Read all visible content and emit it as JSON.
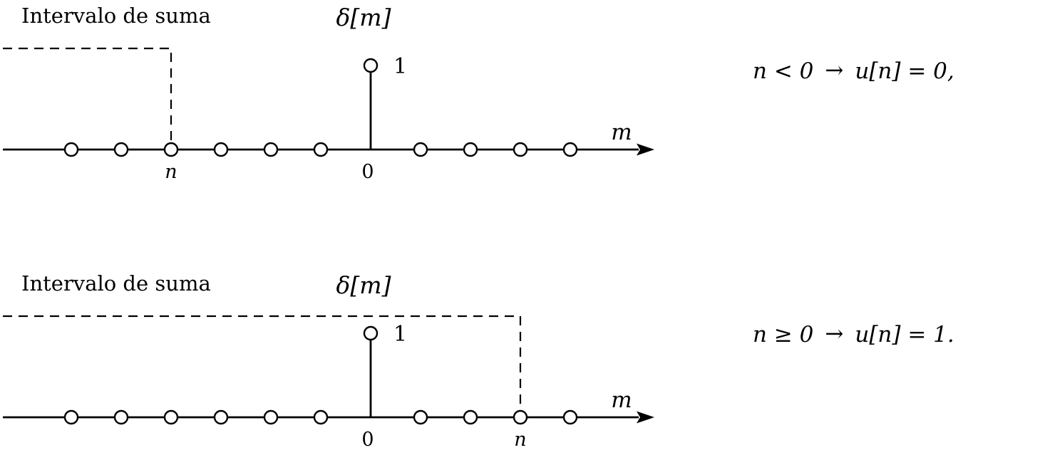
{
  "colors": {
    "ink": "#000000",
    "background": "#ffffff"
  },
  "diagrams": [
    {
      "interval_label": "Intervalo de suma",
      "delta_label": "δ[m]",
      "stem_value_label": "1",
      "axis_label": "m",
      "origin_label": "0",
      "n_label": "n",
      "sample_count": 11,
      "stem_index": 6,
      "interval_end_index": 2,
      "equation": {
        "condition": "n < 0",
        "arrow": "→",
        "result": "u[n] = 0,"
      }
    },
    {
      "interval_label": "Intervalo de suma",
      "delta_label": "δ[m]",
      "stem_value_label": "1",
      "axis_label": "m",
      "origin_label": "0",
      "n_label": "n",
      "sample_count": 11,
      "stem_index": 6,
      "interval_end_index": 9,
      "equation": {
        "condition": "n ≥ 0",
        "arrow": "→",
        "result": "u[n] = 1."
      }
    }
  ]
}
